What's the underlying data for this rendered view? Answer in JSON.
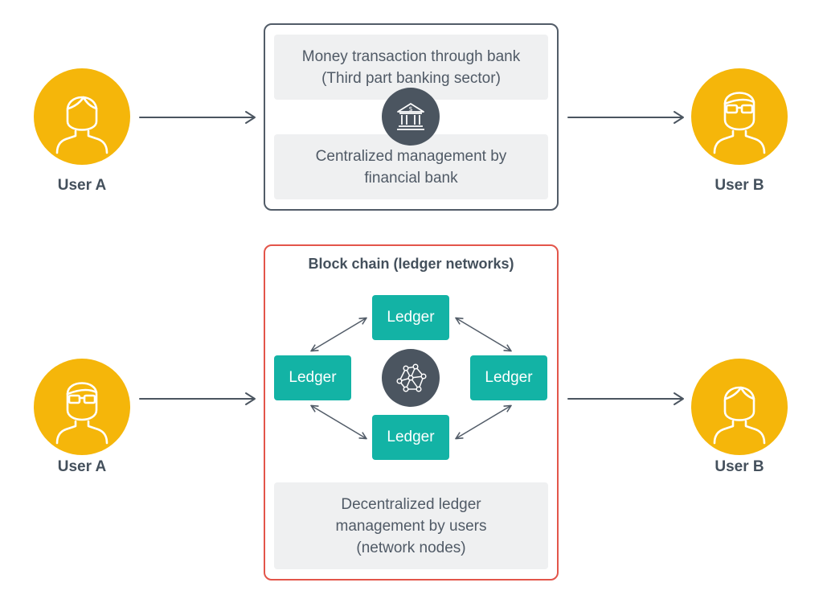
{
  "top_section": {
    "user_a_label": "User A",
    "user_b_label": "User B",
    "bank_panel": {
      "box_top_text": "Money transaction through bank\n(Third part banking sector)",
      "box_bottom_text": "Centralized management by\nfinancial bank",
      "center_icon": "bank-icon"
    }
  },
  "bottom_section": {
    "user_a_label": "User A",
    "user_b_label": "User B",
    "chain_panel": {
      "title": "Block chain (ledger networks)",
      "ledger_top": "Ledger",
      "ledger_left": "Ledger",
      "ledger_right": "Ledger",
      "ledger_bottom": "Ledger",
      "center_icon": "network-icon",
      "box_text": "Decentralized ledger\nmanagement by users\n(network nodes)"
    }
  },
  "colors": {
    "avatar": "#f5b60a",
    "ledger": "#13b3a5",
    "bank_border": "#525c68",
    "chain_border": "#e3554a",
    "dark_circle": "#4b5560"
  }
}
